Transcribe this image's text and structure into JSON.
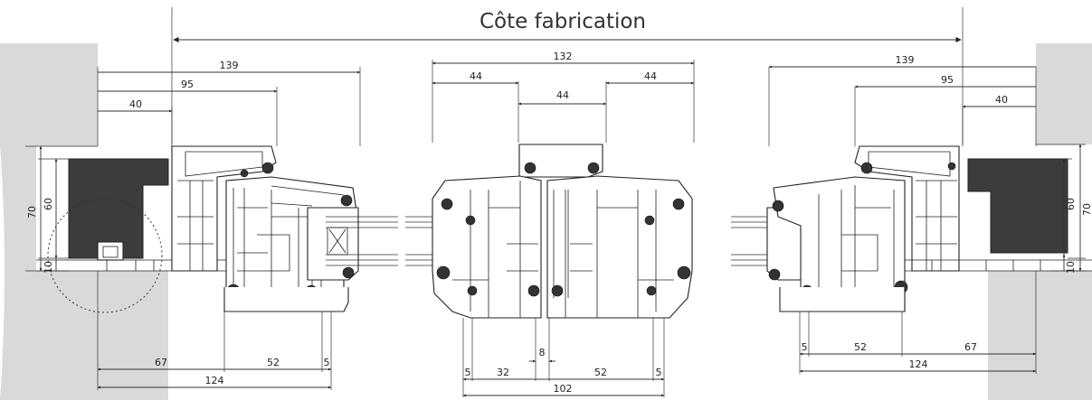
{
  "title": "Côte fabrication",
  "left": {
    "top_dims": [
      "139",
      "95",
      "40"
    ],
    "side_dims": [
      "70",
      "60",
      "10"
    ],
    "bottom_dims": [
      "67",
      "52",
      "5",
      "124"
    ]
  },
  "center": {
    "top_dims": [
      "132",
      "44",
      "44",
      "44"
    ],
    "bottom_dims": [
      "8",
      "5",
      "32",
      "52",
      "5",
      "102"
    ]
  },
  "right": {
    "top_dims": [
      "139",
      "95",
      "40"
    ],
    "side_dims": [
      "60",
      "70",
      "10"
    ],
    "bottom_dims": [
      "5",
      "52",
      "67",
      "124"
    ]
  },
  "colors": {
    "wall": "#d9d9d9",
    "lintel": "#3c3c3c",
    "line": "#222222"
  }
}
